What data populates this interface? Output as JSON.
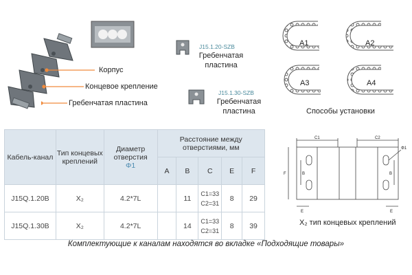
{
  "callouts": {
    "body": "Корпус",
    "end_mount": "Концевое крепление",
    "comb_plate": "Гребенчатая пластина"
  },
  "parts": [
    {
      "code": "J15.1.20-SZB",
      "name_line1": "Гребенчатая",
      "name_line2": "пластина"
    },
    {
      "code": "J15.1.30-SZB",
      "name_line1": "Гребенчатая",
      "name_line2": "пластина"
    }
  ],
  "mounting": {
    "labels": [
      "A1",
      "A2",
      "A3",
      "A4"
    ],
    "caption": "Способы установки"
  },
  "table": {
    "headers": {
      "channel": "Кабель-канал",
      "mount_type": "Тип концевых креплений",
      "hole_diameter": "Диаметр отверстия",
      "phi": "Φ1",
      "distance": "Расстояние между отверстиями, мм",
      "cols": [
        "A",
        "B",
        "C",
        "E",
        "F"
      ]
    },
    "rows": [
      {
        "channel": "J15Q.1.20B",
        "mount": "X₂",
        "diameter": "4.2*7L",
        "A": "",
        "B": "11",
        "C1": "C1=33",
        "C2": "C2=31",
        "E": "8",
        "F": "29"
      },
      {
        "channel": "J15Q.1.30B",
        "mount": "X₂",
        "diameter": "4.2*7L",
        "A": "",
        "B": "14",
        "C1": "C1=33",
        "C2": "C2=31",
        "E": "8",
        "F": "39"
      }
    ]
  },
  "drawing": {
    "labels": {
      "c1": "C1",
      "c2": "C2",
      "phi": "Φ1",
      "f": "F",
      "b1": "B",
      "b2": "B",
      "e1": "E",
      "e2": "E"
    },
    "caption": "X₂ тип концевых креплений"
  },
  "footer": "Комплектующие к каналам находятся во вкладке «Подходящие товары»"
}
